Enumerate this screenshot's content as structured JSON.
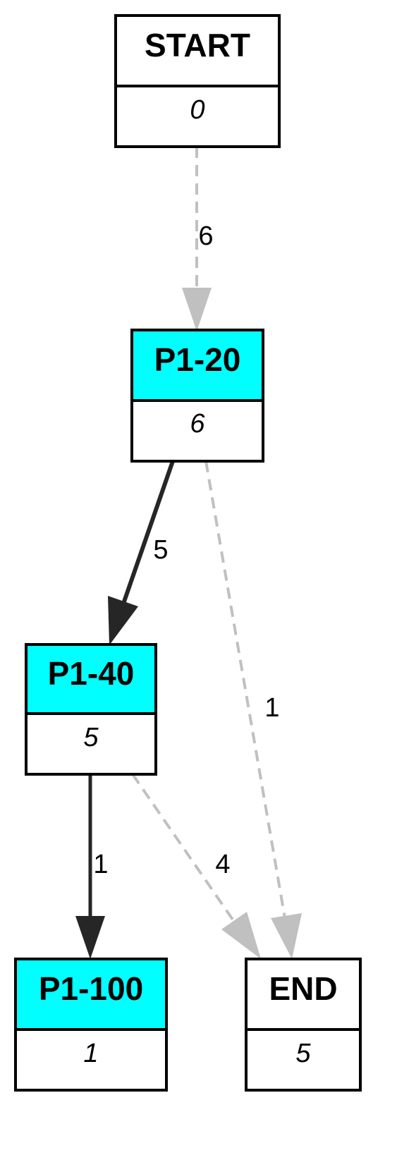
{
  "diagram": {
    "nodes": [
      {
        "id": "start",
        "title": "START",
        "count": "0",
        "highlighted": false
      },
      {
        "id": "p1-20",
        "title": "P1-20",
        "count": "6",
        "highlighted": true
      },
      {
        "id": "p1-40",
        "title": "P1-40",
        "count": "5",
        "highlighted": true
      },
      {
        "id": "p1-100",
        "title": "P1-100",
        "count": "1",
        "highlighted": true
      },
      {
        "id": "end",
        "title": "END",
        "count": "5",
        "highlighted": false
      }
    ],
    "edges": [
      {
        "from": "start",
        "to": "p1-20",
        "label": "6",
        "style": "dashed",
        "color": "#c0c0c0"
      },
      {
        "from": "p1-20",
        "to": "p1-40",
        "label": "5",
        "style": "solid",
        "color": "#262626"
      },
      {
        "from": "p1-20",
        "to": "end",
        "label": "1",
        "style": "dashed",
        "color": "#c0c0c0"
      },
      {
        "from": "p1-40",
        "to": "p1-100",
        "label": "1",
        "style": "solid",
        "color": "#262626"
      },
      {
        "from": "p1-40",
        "to": "end",
        "label": "4",
        "style": "dashed",
        "color": "#c0c0c0"
      }
    ],
    "colors": {
      "highlight_fill": "#00ffff",
      "plain_fill": "#ffffff",
      "border": "#000000"
    }
  }
}
